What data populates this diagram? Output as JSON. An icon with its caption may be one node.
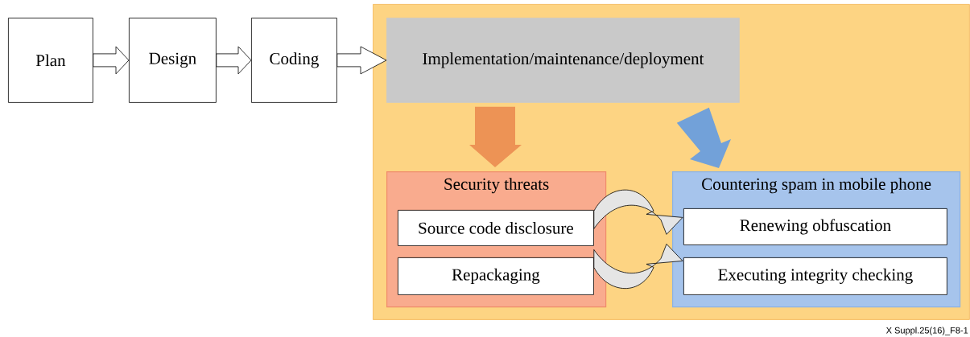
{
  "diagram": {
    "nodes": [
      {
        "text": [
          "Plan"
        ]
      },
      {
        "text": [
          "Design"
        ]
      },
      {
        "text": [
          "Coding"
        ]
      },
      {
        "text": [],
        "shape": "box"
      },
      {
        "text": [
          "Implementation/maintenance/deployment"
        ],
        "in": 3
      },
      {
        "text": [
          "Security threats"
        ],
        "in": 3
      },
      {
        "text": [
          "Source code disclosure"
        ],
        "in": 5
      },
      {
        "text": [
          "Repackaging"
        ],
        "in": 5
      },
      {
        "text": [
          "Countering spam in mobile phone"
        ],
        "in": 3
      },
      {
        "text": [
          "Renewing obfuscation"
        ],
        "in": 8
      },
      {
        "text": [
          "Executing integrity checking"
        ],
        "in": 8
      }
    ],
    "edges": [
      {
        "from": 0,
        "to": 1,
        "arrow": "to"
      },
      {
        "from": 1,
        "to": 2,
        "arrow": "to"
      },
      {
        "from": 2,
        "to": 4,
        "arrow": "to"
      },
      {
        "from": 4,
        "to": 5,
        "arrow": "to",
        "color": "#e8782a"
      },
      {
        "from": 4,
        "to": 8,
        "arrow": "to",
        "color": "#4f89cf"
      },
      {
        "from": 6,
        "to": 9,
        "arrow": "to"
      },
      {
        "from": 7,
        "to": 10,
        "arrow": "to"
      }
    ],
    "labels": [
      "X Suppl.25(16)_F8-1"
    ]
  }
}
